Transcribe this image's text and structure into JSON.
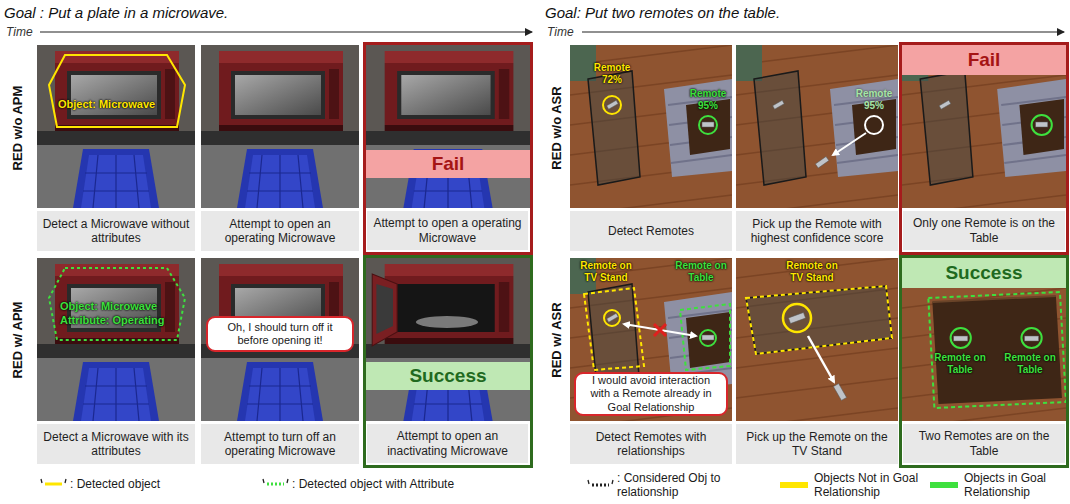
{
  "diagram": {
    "nodes": [
      {
        "text": [
          "Detect a Microwave without attributes"
        ]
      },
      {
        "text": [
          "Attempt to open an operating Microwave"
        ]
      },
      {
        "text": [
          "Fail"
        ]
      },
      {
        "text": [
          "Attempt to open a operating Microwave"
        ]
      },
      {
        "text": [
          "Oh, I should turn off it before opening it!"
        ]
      },
      {
        "text": [
          "Detect a Microwave with its attributes"
        ]
      },
      {
        "text": [
          "Attempt to turn off an operating Microwave"
        ]
      },
      {
        "text": [
          "Success"
        ]
      },
      {
        "text": [
          "Attempt to open an inactivating Microwave"
        ]
      },
      {
        "text": [
          "Fail"
        ]
      },
      {
        "text": [
          "Detect Remotes"
        ]
      },
      {
        "text": [
          "Pick up the Remote with highest confidence score"
        ]
      },
      {
        "text": [
          "Only one Remote is on the Table"
        ]
      },
      {
        "text": [
          "I would avoid interaction with a Remote already in Goal Relationship"
        ]
      },
      {
        "text": [
          "Success"
        ]
      },
      {
        "text": [
          "Detect Remotes with relationships"
        ]
      },
      {
        "text": [
          "Pick up the Remote on the TV Stand"
        ]
      },
      {
        "text": [
          "Two Remotes are on the Table"
        ]
      }
    ],
    "labels": [
      "Goal : Put a plate in a microwave.",
      "Time",
      "Goal: Put two remotes on the table.",
      "Time",
      "RED w/o APM",
      "RED w/ APM",
      "RED w/o ASR",
      "RED w/ ASR",
      "Object: Microwave",
      "Object: Microwave",
      "Attribute: Operating",
      "Remote 72%",
      "Remote 95%",
      "Remote 95%",
      "Remote on TV Stand",
      "Remote on Table",
      "Remote on TV Stand",
      "Remote on Table",
      "Remote on Table"
    ],
    "legend": [
      {
        "text": ": Detected object"
      },
      {
        "text": ": Detected object with Attribute"
      },
      {
        "text": ": Considered Obj to relationship"
      },
      {
        "text": "Objects Not in Goal Relationship",
        "color": "#ffe600"
      },
      {
        "text": "Objects in Goal Relationship",
        "color": "#3ee03e"
      }
    ]
  }
}
